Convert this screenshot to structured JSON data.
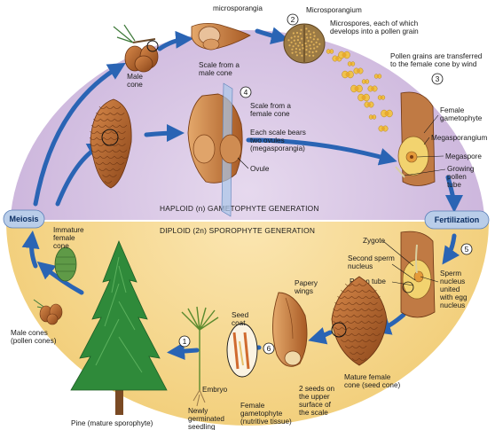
{
  "regions": {
    "haploid": "HAPLOID (n) GAMETOPHYTE GENERATION",
    "diploid": "DIPLOID (2n) SPOROPHYTE GENERATION"
  },
  "stages": {
    "meiosis": "Meiosis",
    "fertilization": "Fertilization"
  },
  "steps": [
    "1",
    "2",
    "3",
    "4",
    "5",
    "6"
  ],
  "labels": {
    "microsporangia": "microsporangia",
    "microsporangium": "Microsporangium",
    "microspores_1": "Microspores, each of which",
    "microspores_2": "develops into a pollen grain",
    "pollen_1": "Pollen grains are transferred",
    "pollen_2": "to the female cone by wind",
    "male_cone_1": "Male",
    "male_cone_2": "cone",
    "scale_male_1": "Scale from a",
    "scale_male_2": "male cone",
    "scale_female_1": "Scale from a",
    "scale_female_2": "female cone",
    "each_scale_1": "Each scale bears",
    "each_scale_2": "two ovules",
    "each_scale_3": "(megasporangia)",
    "ovule": "Ovule",
    "female_gam_1": "Female",
    "female_gam_2": "gametophyte",
    "megasporangium": "Megasporangium",
    "megaspore": "Megaspore",
    "growing_1": "Growing",
    "growing_2": "pollen",
    "growing_3": "tube",
    "zygote": "Zygote",
    "second_sperm_1": "Second sperm",
    "second_sperm_2": "nucleus",
    "pollen_tube": "Pollen tube",
    "sperm_1": "Sperm",
    "sperm_2": "nucleus",
    "sperm_3": "united",
    "sperm_4": "with egg",
    "sperm_5": "nucleus",
    "immature_1": "Immature",
    "immature_2": "female",
    "immature_3": "cone",
    "male_cones_1": "Male cones",
    "male_cones_2": "(pollen cones)",
    "papery_1": "Papery",
    "papery_2": "wings",
    "seed_coat_1": "Seed",
    "seed_coat_2": "coat",
    "embryo": "Embryo",
    "mature_female_1": "Mature female",
    "mature_female_2": "cone (seed cone)",
    "two_seeds_1": "2 seeds on",
    "two_seeds_2": "the upper",
    "two_seeds_3": "surface of",
    "two_seeds_4": "the scale",
    "female_gam2_1": "Female",
    "female_gam2_2": "gametophyte",
    "female_gam2_3": "(nutritive tissue)",
    "seedling_1": "Newly",
    "seedling_2": "germinated",
    "seedling_3": "seedling",
    "pine": "Pine (mature sporophyte)"
  },
  "colors": {
    "haploid_bg": "#cdb6dd",
    "diploid_bg": "#f4d58a",
    "arrow": "#2a64b4",
    "pill": "#b9cde9",
    "cone": "#b5652d",
    "tree": "#2f8a3a",
    "pollen": "#e8b23a"
  }
}
